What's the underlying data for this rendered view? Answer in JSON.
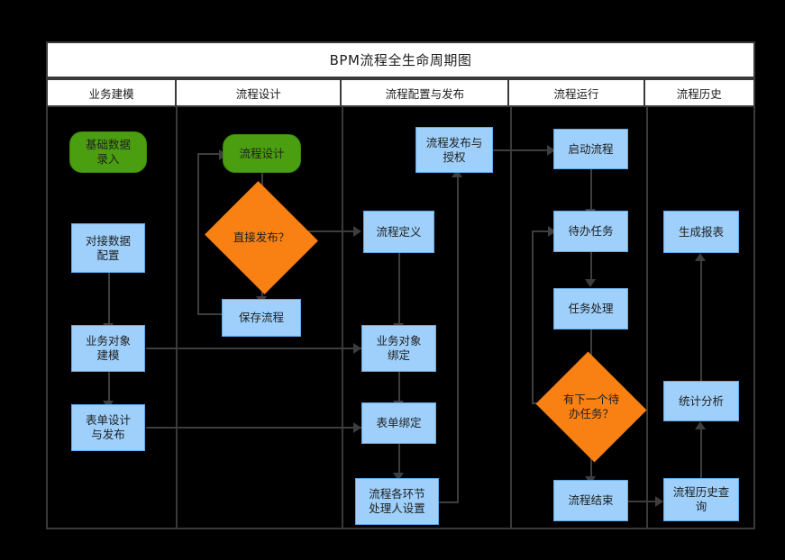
{
  "diagram": {
    "title": "BPM流程全生命周期图",
    "background_color": "#000000",
    "colors": {
      "blue_node": "#9ed0fb",
      "green_node": "#4a9e0f",
      "orange_node": "#f98113",
      "connector": "#3d3d3d",
      "lane_border": "#3a3a3a",
      "lane_header_bg": "#ffffff"
    },
    "lanes": [
      {
        "label": "业务建模"
      },
      {
        "label": "流程设计"
      },
      {
        "label": "流程配置与发布"
      },
      {
        "label": "流程运行"
      },
      {
        "label": "流程历史"
      }
    ],
    "nodes": {
      "n1": {
        "label": "基础数据\n录入",
        "shape": "rounded",
        "color": "green"
      },
      "n2": {
        "label": "对接数据\n配置",
        "shape": "rectangle",
        "color": "blue"
      },
      "n3": {
        "label": "业务对象\n建模",
        "shape": "rectangle",
        "color": "blue"
      },
      "n4": {
        "label": "表单设计\n与发布",
        "shape": "rectangle",
        "color": "blue"
      },
      "n5": {
        "label": "流程设计",
        "shape": "rounded",
        "color": "green"
      },
      "n6": {
        "label": "直接发布？",
        "shape": "diamond",
        "color": "orange"
      },
      "n7": {
        "label": "保存流程",
        "shape": "rectangle",
        "color": "blue"
      },
      "n8": {
        "label": "流程发布与\n授权",
        "shape": "rectangle",
        "color": "blue"
      },
      "n9": {
        "label": "流程定义",
        "shape": "rectangle",
        "color": "blue"
      },
      "n10": {
        "label": "业务对象\n绑定",
        "shape": "rectangle",
        "color": "blue"
      },
      "n11": {
        "label": "表单绑定",
        "shape": "rectangle",
        "color": "blue"
      },
      "n12": {
        "label": "流程各环节\n处理人设置",
        "shape": "rectangle",
        "color": "blue"
      },
      "n13": {
        "label": "启动流程",
        "shape": "rectangle",
        "color": "blue"
      },
      "n14": {
        "label": "待办任务",
        "shape": "rectangle",
        "color": "blue"
      },
      "n15": {
        "label": "任务处理",
        "shape": "rectangle",
        "color": "blue"
      },
      "n16": {
        "label": "有下一个待\n办任务？",
        "shape": "diamond",
        "color": "orange"
      },
      "n17": {
        "label": "流程结束",
        "shape": "rectangle",
        "color": "blue"
      },
      "n18": {
        "label": "生成报表",
        "shape": "rectangle",
        "color": "blue"
      },
      "n19": {
        "label": "统计分析",
        "shape": "rectangle",
        "color": "blue"
      },
      "n20": {
        "label": "流程历史查\n询",
        "shape": "rectangle",
        "color": "blue"
      }
    },
    "edges": [
      {
        "from": "n2",
        "to": "n3"
      },
      {
        "from": "n3",
        "to": "n4"
      },
      {
        "from": "n3",
        "to": "n10"
      },
      {
        "from": "n4",
        "to": "n11"
      },
      {
        "from": "n5",
        "to": "n6"
      },
      {
        "from": "n6",
        "to": "n7"
      },
      {
        "from": "n6",
        "to": "n9"
      },
      {
        "from": "n7",
        "to": "n5"
      },
      {
        "from": "n9",
        "to": "n10"
      },
      {
        "from": "n10",
        "to": "n11"
      },
      {
        "from": "n11",
        "to": "n12"
      },
      {
        "from": "n12",
        "to": "n8"
      },
      {
        "from": "n8",
        "to": "n13"
      },
      {
        "from": "n13",
        "to": "n14"
      },
      {
        "from": "n14",
        "to": "n15"
      },
      {
        "from": "n15",
        "to": "n16"
      },
      {
        "from": "n16",
        "to": "n14"
      },
      {
        "from": "n16",
        "to": "n17"
      },
      {
        "from": "n17",
        "to": "n20"
      },
      {
        "from": "n20",
        "to": "n19"
      },
      {
        "from": "n19",
        "to": "n18"
      }
    ]
  }
}
